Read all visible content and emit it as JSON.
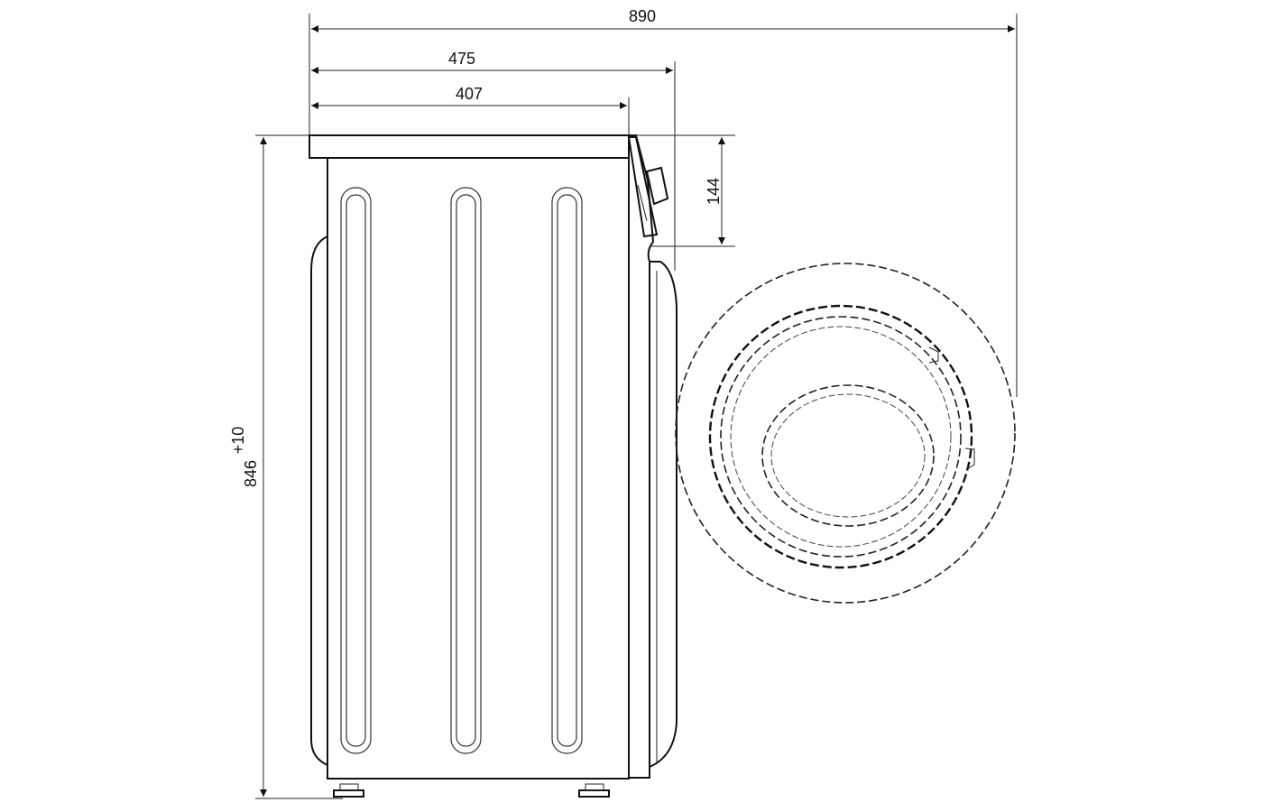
{
  "drawing": {
    "title": "Washing machine side view dimensions",
    "dimensions": {
      "total_depth": "890",
      "depth_with_door": "475",
      "body_depth": "407",
      "panel_height": "144",
      "height": "846",
      "height_tolerance": "+10"
    },
    "color": "#111111"
  }
}
